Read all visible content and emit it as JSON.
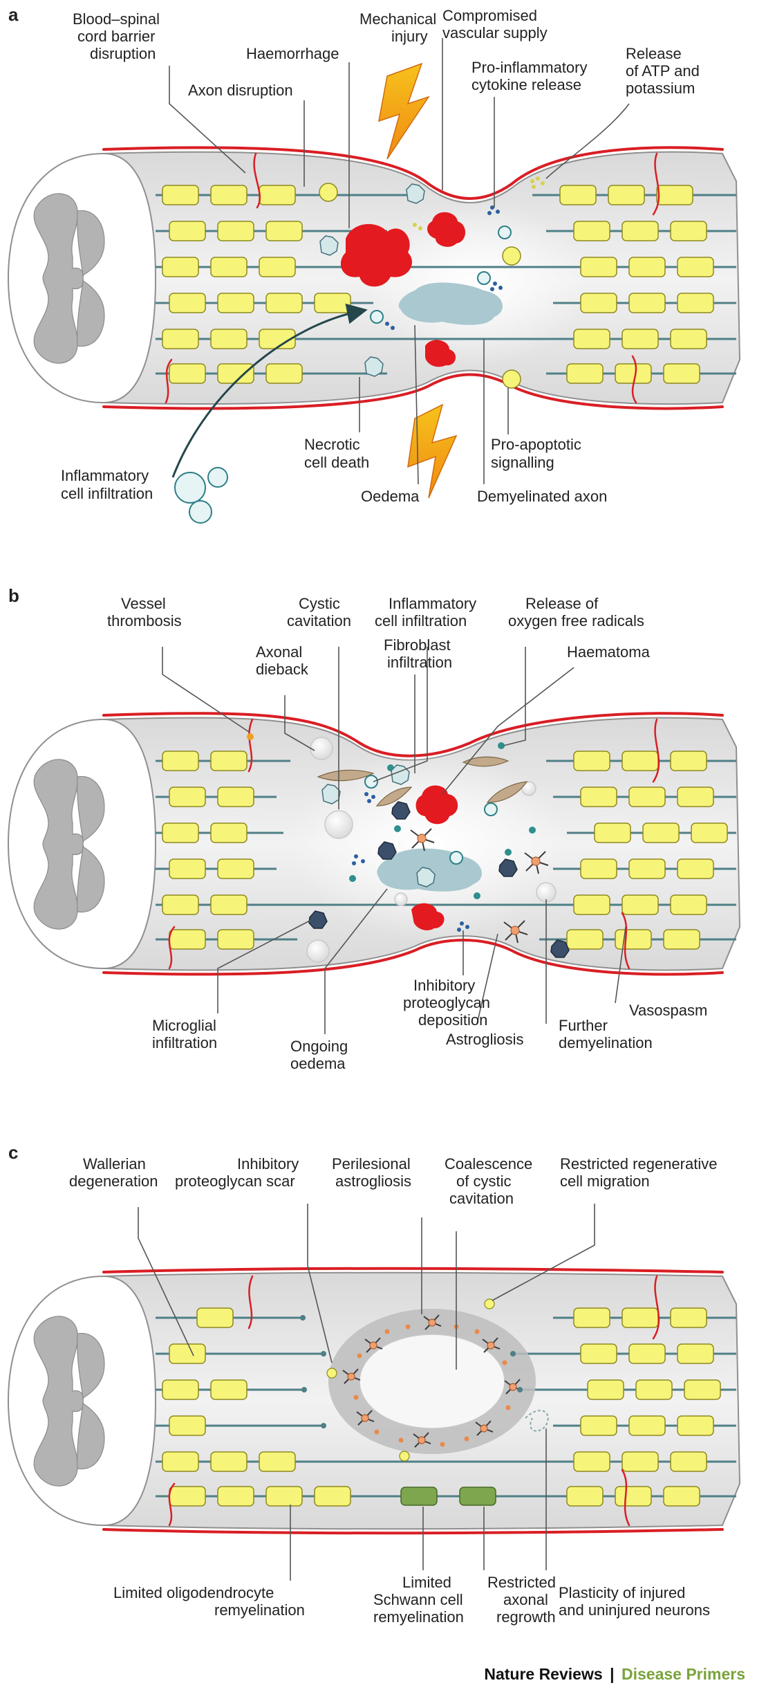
{
  "panels": [
    {
      "letter": "a",
      "labels": [
        "Blood–spinal",
        "cord barrier",
        "disruption",
        "Haemorrhage",
        "Mechanical",
        "injury",
        "Compromised",
        "vascular supply",
        "Pro-inflammatory",
        "cytokine release",
        "Release",
        "of ATP and",
        "potassium",
        "Axon disruption",
        "Necrotic",
        "cell death",
        "Inflammatory",
        "cell infiltration",
        "Oedema",
        "Pro-apoptotic",
        "signalling",
        "Demyelinated axon"
      ]
    },
    {
      "letter": "b",
      "labels": [
        "Vessel",
        "thrombosis",
        "Cystic",
        "cavitation",
        "Inflammatory",
        "cell infiltration",
        "Release of",
        "oxygen free radicals",
        "Axonal",
        "dieback",
        "Fibroblast",
        "infiltration",
        "Haematoma",
        "Microglial",
        "infiltration",
        "Ongoing",
        "oedema",
        "Inhibitory",
        "proteoglycan",
        "deposition",
        "Astrogliosis",
        "Further",
        "demyelination",
        "Vasospasm"
      ]
    },
    {
      "letter": "c",
      "labels": [
        "Wallerian",
        "degeneration",
        "Inhibitory",
        "proteoglycan scar",
        "Perilesional",
        "astrogliosis",
        "Coalescence",
        "of cystic",
        "cavitation",
        "Restricted regenerative",
        "cell migration",
        "Limited oligodendrocyte",
        "remyelination",
        "Limited",
        "Schwann cell",
        "remyelination",
        "Restricted",
        "axonal",
        "regrowth",
        "Plasticity of injured",
        "and uninjured neurons"
      ]
    }
  ],
  "footer": {
    "journal": "Nature Reviews",
    "separator": "|",
    "series": "Disease Primers"
  },
  "colors": {
    "vessel": "#d91e24",
    "myelin": "#f7f47a",
    "axon": "#4f7f86",
    "schwann": "#7ea64f",
    "series_text": "#7aa33b"
  }
}
